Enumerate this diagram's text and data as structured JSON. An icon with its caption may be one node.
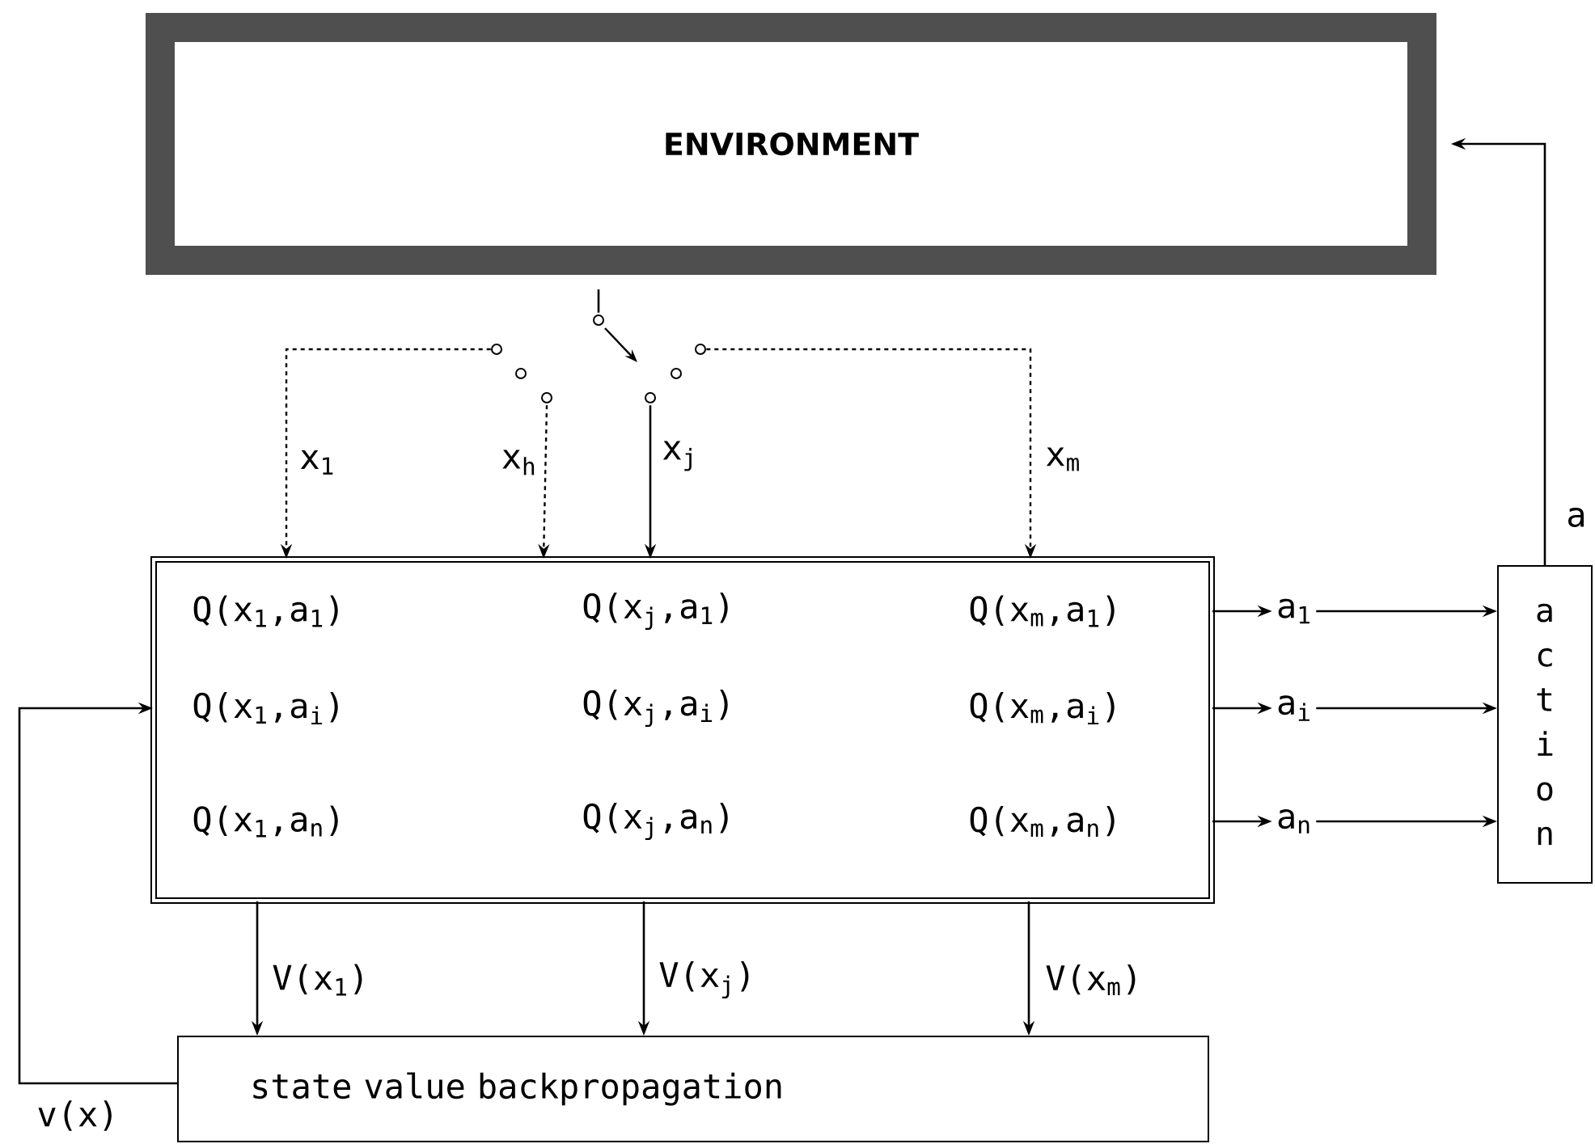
{
  "diagram": {
    "nodes": [
      {
        "text": [
          "ENVIRONMENT"
        ]
      },
      {
        "text": [
          "Q(x$_{1}$,a$_{1}$)",
          "Q(x$_{j}$,a$_{1}$)",
          "Q(x$_{m}$,a$_{1}$)",
          "Q(x$_{1}$,a$_{i}$)",
          "Q(x$_{j}$,a$_{i}$)",
          "Q(x$_{m}$,a$_{i}$)",
          "Q(x$_{1}$,a$_{n}$)",
          "Q(x$_{j}$,a$_{n}$)",
          "Q(x$_{m}$,a$_{n}$)"
        ]
      },
      {
        "text": [
          "a$_{1}$"
        ]
      },
      {
        "text": [
          "a$_{i}$"
        ]
      },
      {
        "text": [
          "a$_{n}$"
        ]
      },
      {
        "text": [
          "action"
        ]
      },
      {
        "text": [],
        "shape": "picture"
      },
      {
        "text": [
          "state value backpropagation"
        ]
      }
    ],
    "edges": [
      {
        "from": 5,
        "to": 0,
        "arrow": "to",
        "label": "a"
      },
      {
        "from": 0,
        "to": 6,
        "arrow": "none"
      },
      {
        "from": 6,
        "to": 1,
        "arrow": "to",
        "label": "x$_{1}$",
        "style": "dashed"
      },
      {
        "from": 6,
        "to": 1,
        "arrow": "to",
        "label": "x$_{h}$",
        "style": "dashed"
      },
      {
        "from": 6,
        "to": 1,
        "arrow": "to",
        "label": "x$_{j}$"
      },
      {
        "from": 6,
        "to": 1,
        "arrow": "to",
        "label": "x$_{m}$",
        "style": "dashed"
      },
      {
        "from": 1,
        "to": 2,
        "arrow": "to"
      },
      {
        "from": 1,
        "to": 3,
        "arrow": "to"
      },
      {
        "from": 1,
        "to": 4,
        "arrow": "to"
      },
      {
        "from": 2,
        "to": 5,
        "arrow": "to"
      },
      {
        "from": 3,
        "to": 5,
        "arrow": "to"
      },
      {
        "from": 4,
        "to": 5,
        "arrow": "to"
      },
      {
        "from": 1,
        "to": 7,
        "arrow": "to",
        "label": "V(x$_{1}$)"
      },
      {
        "from": 1,
        "to": 7,
        "arrow": "to",
        "label": "V(x$_{j}$)"
      },
      {
        "from": 1,
        "to": 7,
        "arrow": "to",
        "label": "V(x$_{m}$)"
      },
      {
        "from": 7,
        "to": 1,
        "arrow": "to",
        "label": "v(x)"
      }
    ]
  }
}
